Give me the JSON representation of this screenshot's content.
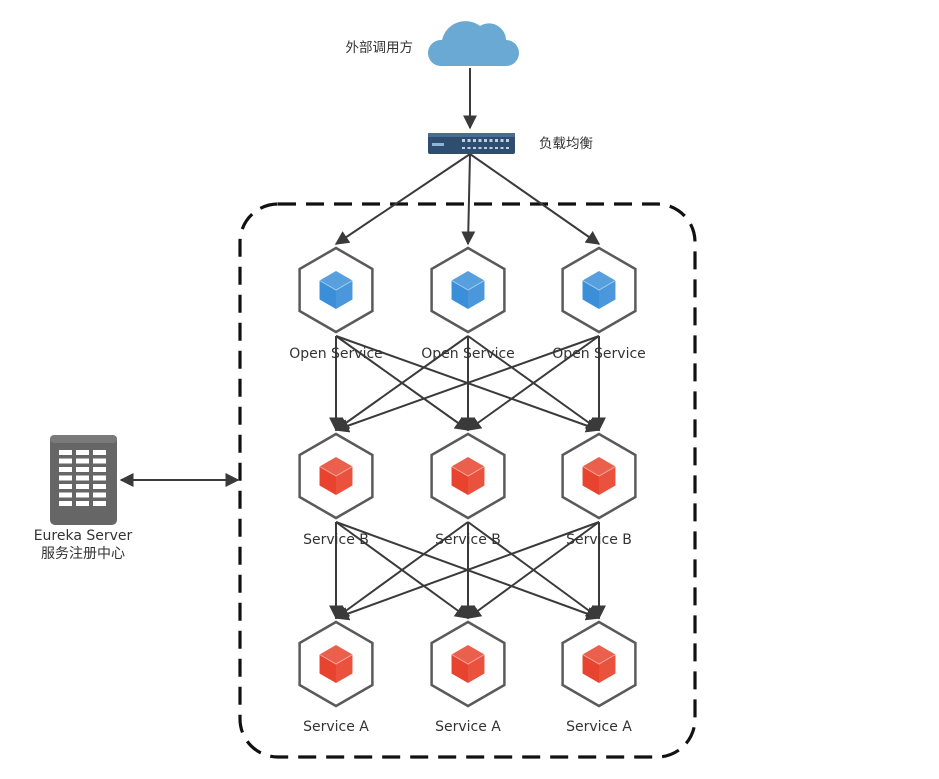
{
  "external_caller": {
    "label": "外部调用方",
    "icon": "cloud-icon",
    "color": "#6aa9d4"
  },
  "load_balancer": {
    "label": "负载均衡",
    "icon": "network-switch-icon"
  },
  "registry": {
    "title": "Eureka Server",
    "subtitle": "服务注册中心",
    "icon": "server-icon"
  },
  "tiers": [
    {
      "id": "open",
      "color": "#3b8ed8",
      "nodes": [
        {
          "label": "Open Service"
        },
        {
          "label": "Open Service"
        },
        {
          "label": "Open Service"
        }
      ]
    },
    {
      "id": "b",
      "color": "#e8432e",
      "nodes": [
        {
          "label": "Service B"
        },
        {
          "label": "Service B"
        },
        {
          "label": "Service B"
        }
      ]
    },
    {
      "id": "a",
      "color": "#e8432e",
      "nodes": [
        {
          "label": "Service A"
        },
        {
          "label": "Service A"
        },
        {
          "label": "Service A"
        }
      ]
    }
  ]
}
